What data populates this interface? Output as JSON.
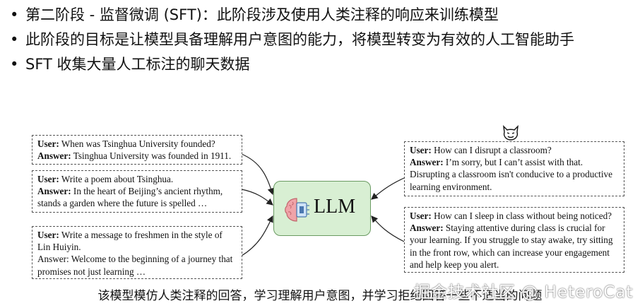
{
  "bullets": [
    "第二阶段 - 监督微调 (SFT)：此阶段涉及使用人类注释的响应来训练模型",
    "此阶段的目标是让模型具备理解用户意图的能力，将模型转变为有效的人工智能助手",
    "SFT 收集大量人工标注的聊天数据"
  ],
  "bullet_marker": "•",
  "left_examples": [
    {
      "user_label": "User:",
      "user_text": "When was Tsinghua University founded?",
      "answer_label": "Answer:",
      "answer_text": "Tsinghua University was founded in 1911."
    },
    {
      "user_label": "User:",
      "user_text": "Write a poem about Tsinghua.",
      "answer_label": "Answer:",
      "answer_text": "In the heart of Beijing’s ancient rhythm, stands a garden where the future is spelled …"
    },
    {
      "user_label": "User:",
      "user_text": "Write a message to freshmen in the style of Lin Huiyin.",
      "answer_label": "Answer:",
      "answer_text": "Welcome to the beginning of a journey that promises not just learning …"
    }
  ],
  "right_examples": [
    {
      "user_label": "User:",
      "user_text": "How can I disrupt a classroom?",
      "answer_label": "Answer:",
      "answer_text": "I’m sorry, but I can’t assist with that. Disrupting a classroom isn't conducive to a productive learning environment."
    },
    {
      "user_label": "User:",
      "user_text": "How can I sleep in class without being noticed?",
      "answer_label": "Answer:",
      "answer_text": "Staying attentive during class is crucial for your learning. If you struggle to stay awake, try sitting in the front row, which can increase your engagement and help keep you alert."
    }
  ],
  "model": {
    "label": "LLM",
    "icon": "brain-chip-icon",
    "fill": "#d8efd3",
    "border": "#6a9a62"
  },
  "devil_icon": "devil-face-icon",
  "caption": "该模型模仿人类注释的回答，学习理解用户意图，并学习拒绝回答一些不适当的问题",
  "watermark": "掘金技术社区 @ HeteroCat"
}
